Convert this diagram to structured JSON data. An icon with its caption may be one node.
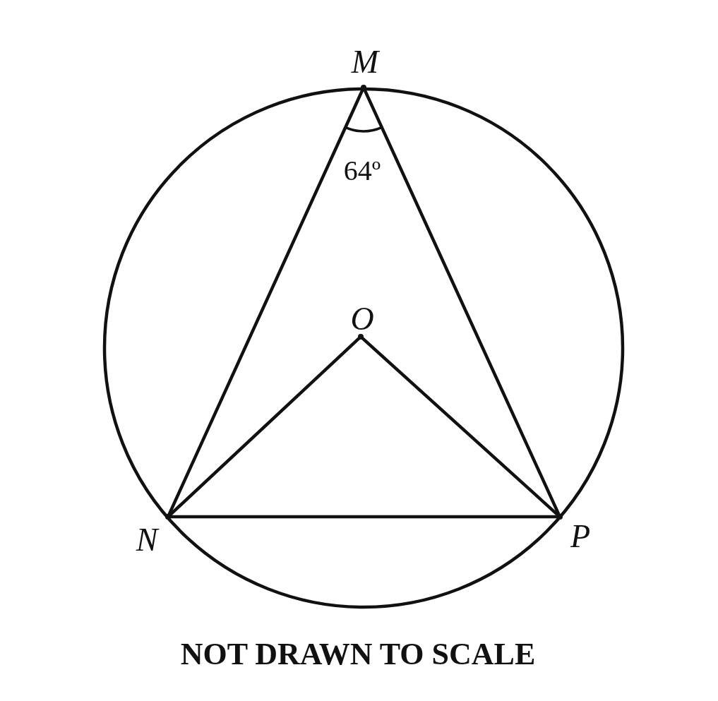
{
  "diagram": {
    "caption": "NOT DRAWN TO SCALE",
    "nodes": [
      {
        "text": [],
        "shape": "point",
        "beside": [
          "M"
        ]
      },
      {
        "text": [],
        "shape": "point",
        "beside": [
          "O"
        ]
      },
      {
        "text": [],
        "shape": "point",
        "beside": [
          "N"
        ]
      },
      {
        "text": [],
        "shape": "point",
        "beside": [
          "P"
        ]
      }
    ],
    "edges": [
      {
        "from": 0,
        "to": 2,
        "arrow": "none"
      },
      {
        "from": 0,
        "to": 3,
        "arrow": "none"
      },
      {
        "from": 1,
        "to": 2,
        "arrow": "none"
      },
      {
        "from": 1,
        "to": 3,
        "arrow": "none"
      },
      {
        "from": 2,
        "to": 3,
        "arrow": "none"
      }
    ],
    "labels": [
      "64º"
    ]
  }
}
